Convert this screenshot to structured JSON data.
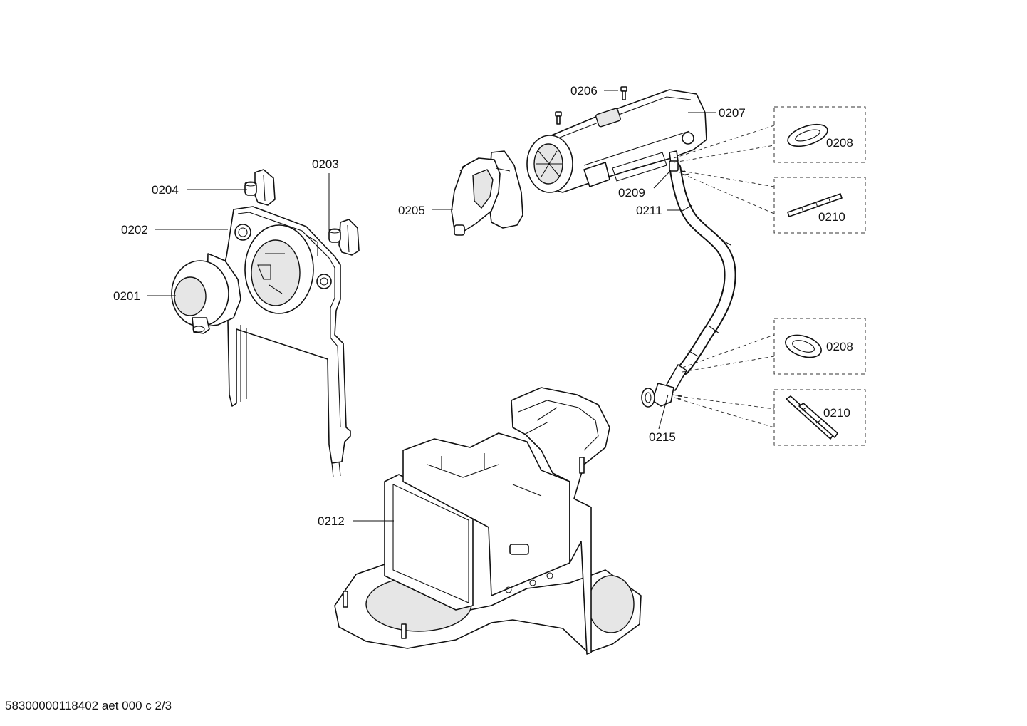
{
  "colors": {
    "line": "#111111",
    "shade": "#e6e6e6",
    "background": "#ffffff"
  },
  "labels": {
    "p0201": "0201",
    "p0202": "0202",
    "p0203": "0203",
    "p0204": "0204",
    "p0205": "0205",
    "p0206": "0206",
    "p0207": "0207",
    "p0208a": "0208",
    "p0208b": "0208",
    "p0209": "0209",
    "p0210a": "0210",
    "p0210b": "0210",
    "p0211": "0211",
    "p0212": "0212",
    "p0215": "0215"
  },
  "footer": {
    "code": "58300000118402 aet 000 c 2/3"
  }
}
